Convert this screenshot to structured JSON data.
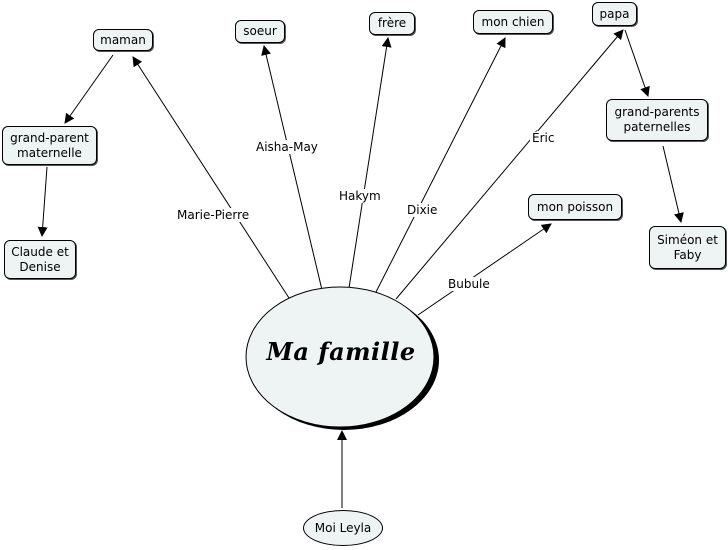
{
  "center": {
    "title": "Ma famille"
  },
  "root": {
    "label": "Moi Leyla"
  },
  "nodes": {
    "maman": "maman",
    "soeur": "soeur",
    "frere": "frère",
    "chien": "mon chien",
    "papa": "papa",
    "gp_maternelle": "grand-parent\nmaternelle",
    "gp_paternelles": "grand-parents\npaternelles",
    "claude_denise": "Claude et\nDenise",
    "simeon_faby": "Siméon et\nFaby",
    "poisson": "mon poisson"
  },
  "edge_labels": {
    "marie_pierre": "Marie-Pierre",
    "aisha_may": "Aisha-May",
    "hakym": "Hakym",
    "dixie": "Dixie",
    "eric": "Éric",
    "bubule": "Bubule"
  },
  "colors": {
    "node_fill": "#eef4f4",
    "stroke": "#000000"
  }
}
